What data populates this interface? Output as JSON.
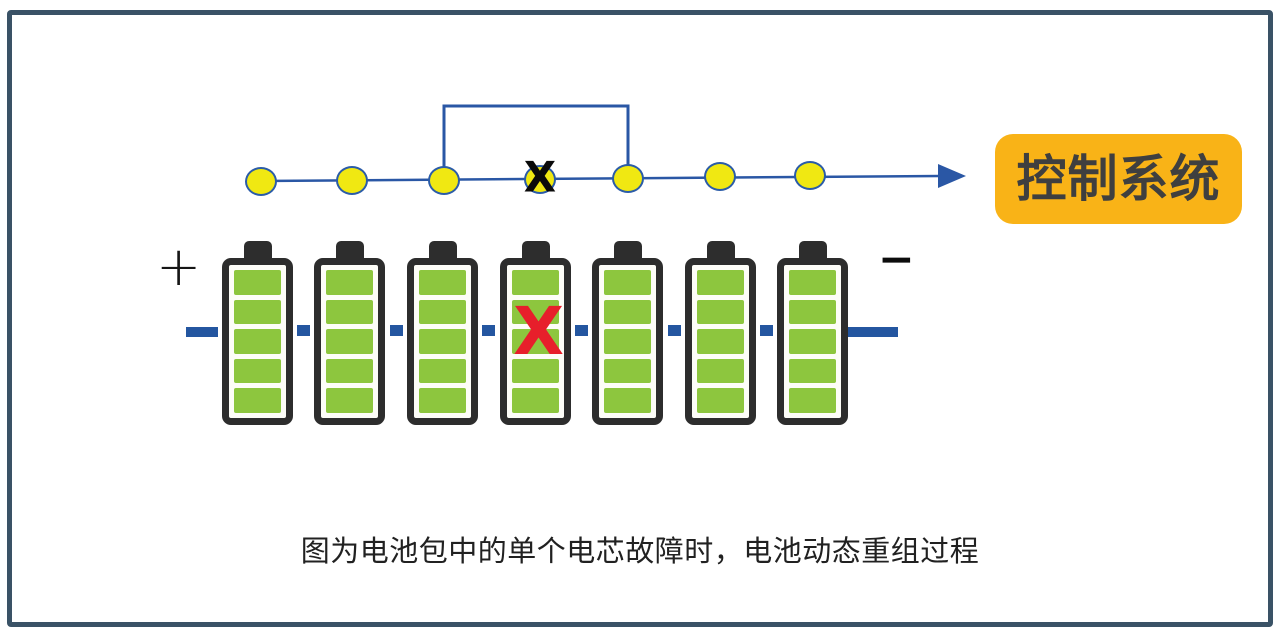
{
  "caption": "图为电池包中的单个电芯故障时，电池动态重组过程",
  "control_box": {
    "label": "控制系统"
  },
  "circuit": {
    "failed_node_marker": "X",
    "nodes": [
      {
        "failed": false
      },
      {
        "failed": false
      },
      {
        "failed": false
      },
      {
        "failed": true
      },
      {
        "failed": false
      },
      {
        "failed": false
      },
      {
        "failed": false
      }
    ]
  },
  "battery_pack": {
    "positive_label": "+",
    "negative_label": "−",
    "failed_marker": "X",
    "bars_per_battery": 5,
    "batteries": [
      {
        "failed": false
      },
      {
        "failed": false
      },
      {
        "failed": false
      },
      {
        "failed": true
      },
      {
        "failed": false
      },
      {
        "failed": false
      },
      {
        "failed": false
      }
    ]
  },
  "colors": {
    "line_blue": "#2A57A5",
    "node_yellow": "#F0E812",
    "node_stroke": "#2B5CA8",
    "battery_dark": "#2D2D2D",
    "battery_green": "#8DC63E",
    "connector_blue": "#2456A0",
    "fail_red": "#E71F2B",
    "control_bg": "#F9B317",
    "control_text": "#3F3F3F",
    "frame_border": "#3A5266"
  }
}
